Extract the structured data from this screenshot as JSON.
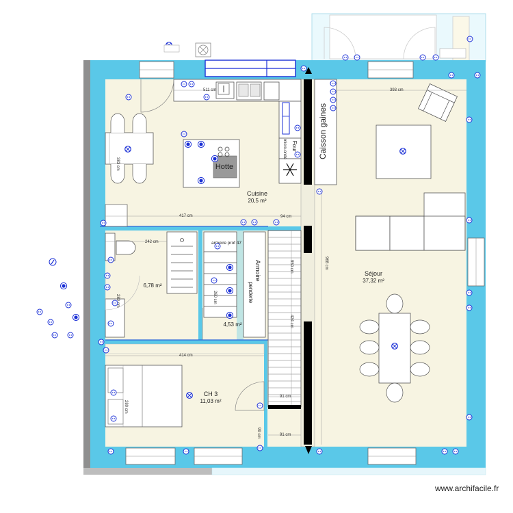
{
  "site": "www.archifacile.fr",
  "colors": {
    "wall": "#5ac8e8",
    "floor": "#f7f4e2",
    "outline": "#888888",
    "furniture": "#ffffff",
    "accent": "#1a2fd6"
  },
  "rooms": [
    {
      "name": "Cuisine",
      "area": "20,5 m²"
    },
    {
      "name": "",
      "area": "6,78 m²"
    },
    {
      "name": "",
      "area": "4,53 m²"
    },
    {
      "name": "CH 3",
      "area": "11,03 m²"
    },
    {
      "name": "Séjour",
      "area": "37,32 m²"
    }
  ],
  "labels": {
    "hotte": "Hotte",
    "caisson": "Caisson gaines",
    "armoire": "Armoire",
    "penderie": "penderie",
    "armoire_top": "armoire prof 47",
    "four": "Four",
    "micro": "micro-onde"
  },
  "dimensions": [
    "511 cm",
    "393 cm",
    "383 cm",
    "417 cm",
    "94 cm",
    "242 cm",
    "280 cm",
    "260 cm",
    "414 cm",
    "950 cm",
    "424 cm",
    "91 cm",
    "91 cm",
    "99 cm",
    "280 cm",
    "968 cm"
  ],
  "icons": [
    "outlet-icon",
    "switch-icon",
    "light-icon",
    "fan-icon",
    "radiator-icon"
  ]
}
